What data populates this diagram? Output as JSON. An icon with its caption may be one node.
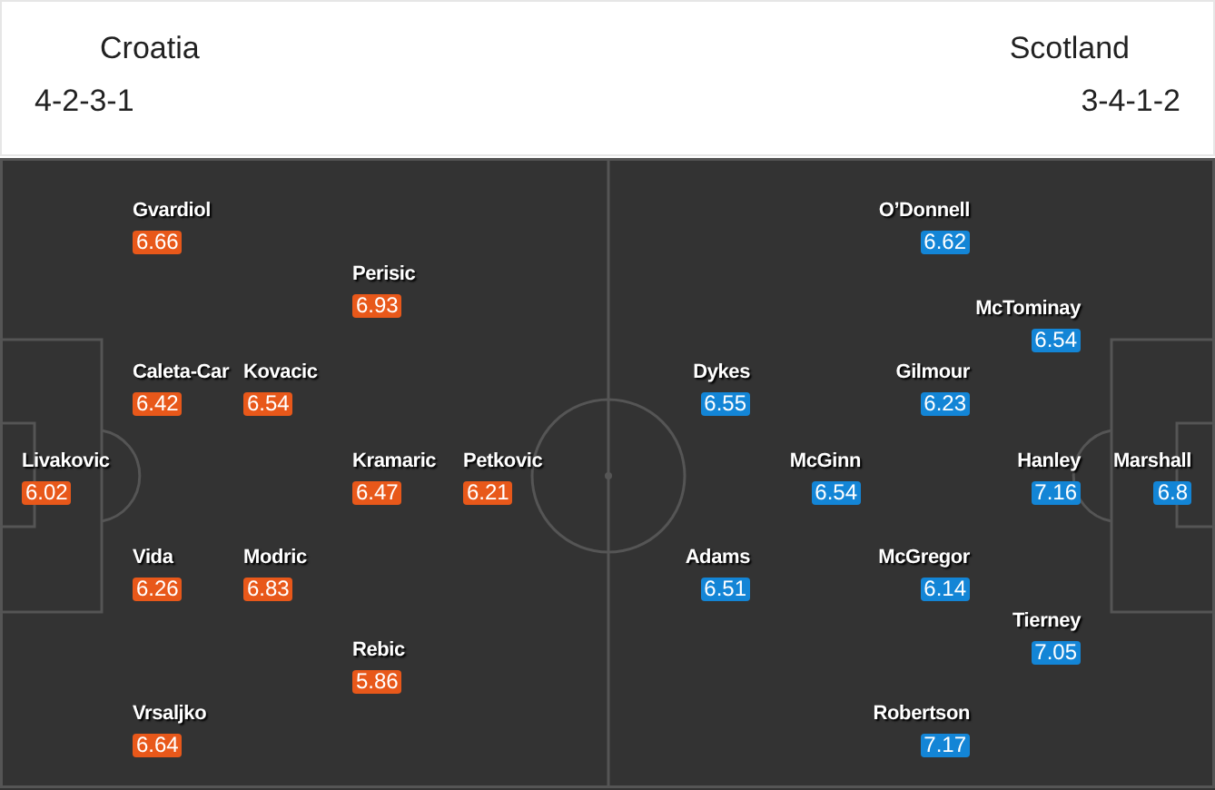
{
  "diagram": {
    "nodes": [
      {
        "text": [
          "Gvardiol",
          "6.66"
        ]
      },
      {
        "text": [
          "Perisic",
          "6.93"
        ]
      },
      {
        "text": [
          "Caleta-Car",
          "6.42"
        ]
      },
      {
        "text": [
          "Kovacic",
          "6.54"
        ]
      },
      {
        "text": [
          "Livakovic",
          "6.02"
        ]
      },
      {
        "text": [
          "Kramaric",
          "6.47"
        ]
      },
      {
        "text": [
          "Petkovic",
          "6.21"
        ]
      },
      {
        "text": [
          "Vida",
          "6.26"
        ]
      },
      {
        "text": [
          "Modric",
          "6.83"
        ]
      },
      {
        "text": [
          "Rebic",
          "5.86"
        ]
      },
      {
        "text": [
          "Vrsaljko",
          "6.64"
        ]
      },
      {
        "text": [
          "O’Donnell",
          "6.62"
        ]
      },
      {
        "text": [
          "McTominay",
          "6.54"
        ]
      },
      {
        "text": [
          "Dykes",
          "6.55"
        ]
      },
      {
        "text": [
          "Gilmour",
          "6.23"
        ]
      },
      {
        "text": [
          "McGinn",
          "6.54"
        ]
      },
      {
        "text": [
          "Hanley",
          "7.16"
        ]
      },
      {
        "text": [
          "Marshall",
          "6.8"
        ]
      },
      {
        "text": [
          "Adams",
          "6.51"
        ]
      },
      {
        "text": [
          "McGregor",
          "6.14"
        ]
      },
      {
        "text": [
          "Tierney",
          "7.05"
        ]
      },
      {
        "text": [
          "Robertson",
          "7.17"
        ]
      }
    ],
    "labels": [
      "Croatia",
      "Scotland",
      "4-2-3-1",
      "3-4-1-2"
    ]
  }
}
